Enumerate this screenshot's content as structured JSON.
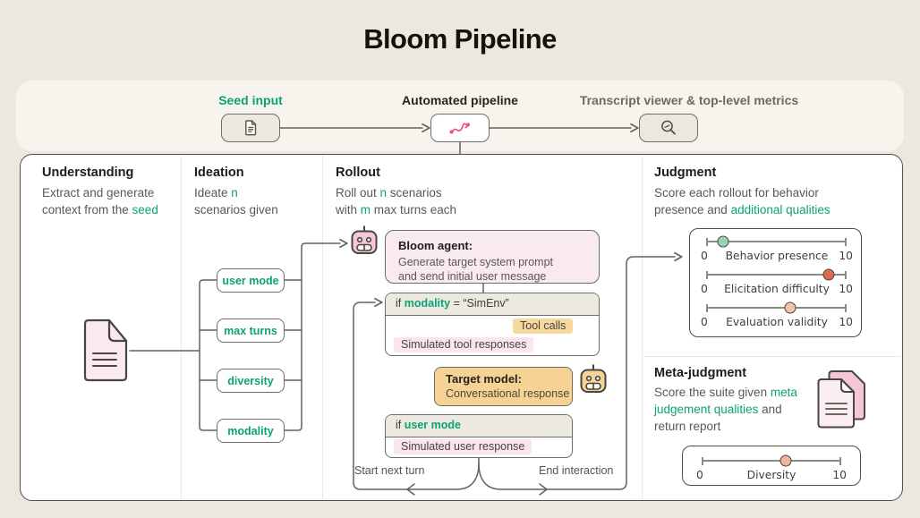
{
  "title": "Bloom Pipeline",
  "palette": {
    "green": "#0CA273",
    "pink": "#E8527A"
  },
  "topbar": {
    "seed": {
      "label": "Seed input"
    },
    "pipeline": {
      "label": "Automated pipeline"
    },
    "viewer": {
      "label": "Transcript viewer & top-level metrics"
    }
  },
  "understanding": {
    "title": "Understanding",
    "body": [
      [
        {
          "t": "Extract and generate"
        }
      ],
      [
        {
          "t": "context from the "
        },
        {
          "t": "seed",
          "a": true
        }
      ]
    ]
  },
  "ideation": {
    "title": "Ideation",
    "body": [
      [
        {
          "t": "Ideate "
        },
        {
          "t": "n",
          "a": true
        }
      ],
      [
        {
          "t": "scenarios given"
        }
      ]
    ],
    "params": [
      "user mode",
      "max turns",
      "diversity",
      "modality"
    ]
  },
  "rollout": {
    "title": "Rollout",
    "body": [
      [
        {
          "t": "Roll out "
        },
        {
          "t": "n",
          "a": true
        },
        {
          "t": " scenarios"
        }
      ],
      [
        {
          "t": "with "
        },
        {
          "t": "m",
          "a": true
        },
        {
          "t": " max turns each"
        }
      ]
    ],
    "agent": {
      "title": "Bloom agent:",
      "lines": [
        "Generate target system prompt",
        "and send initial user message"
      ]
    },
    "modality_branch": {
      "header": [
        [
          {
            "t": "if "
          },
          {
            "t": "modality",
            "a": true
          },
          {
            "t": " = “SimEnv”"
          }
        ]
      ],
      "tool_calls": "Tool calls",
      "tool_responses": "Simulated tool responses"
    },
    "target": {
      "title": "Target model:",
      "line": "Conversational response"
    },
    "usermode_branch": {
      "header": [
        [
          {
            "t": "if "
          },
          {
            "t": "user mode",
            "a": true
          }
        ]
      ],
      "user_response": "Simulated user response"
    },
    "loop": {
      "left": "Start next turn",
      "right": "End interaction"
    }
  },
  "judgment": {
    "title": "Judgment",
    "body": [
      [
        {
          "t": "Score each rollout for behavior"
        }
      ],
      [
        {
          "t": "presence and "
        },
        {
          "t": "additional qualities",
          "a": true
        }
      ]
    ],
    "sliders": [
      {
        "name": "Behavior presence",
        "min": 0,
        "max": 10,
        "value": 1.2,
        "color": "#95D5B2"
      },
      {
        "name": "Elicitation difficulty",
        "min": 0,
        "max": 10,
        "value": 8.7,
        "color": "#DE6B4B"
      },
      {
        "name": "Evaluation validity",
        "min": 0,
        "max": 10,
        "value": 6,
        "color": "#F3C5A8"
      }
    ]
  },
  "meta_judgment": {
    "title": "Meta-judgment",
    "body": [
      [
        {
          "t": "Score the suite given "
        },
        {
          "t": "meta",
          "a": true
        }
      ],
      [
        {
          "t": "judgement qualities",
          "a": true
        },
        {
          "t": " and"
        }
      ],
      [
        {
          "t": "return report"
        }
      ]
    ],
    "slider": {
      "name": "Diversity",
      "min": 0,
      "max": 10,
      "value": 6,
      "color": "#F0B49E"
    }
  }
}
